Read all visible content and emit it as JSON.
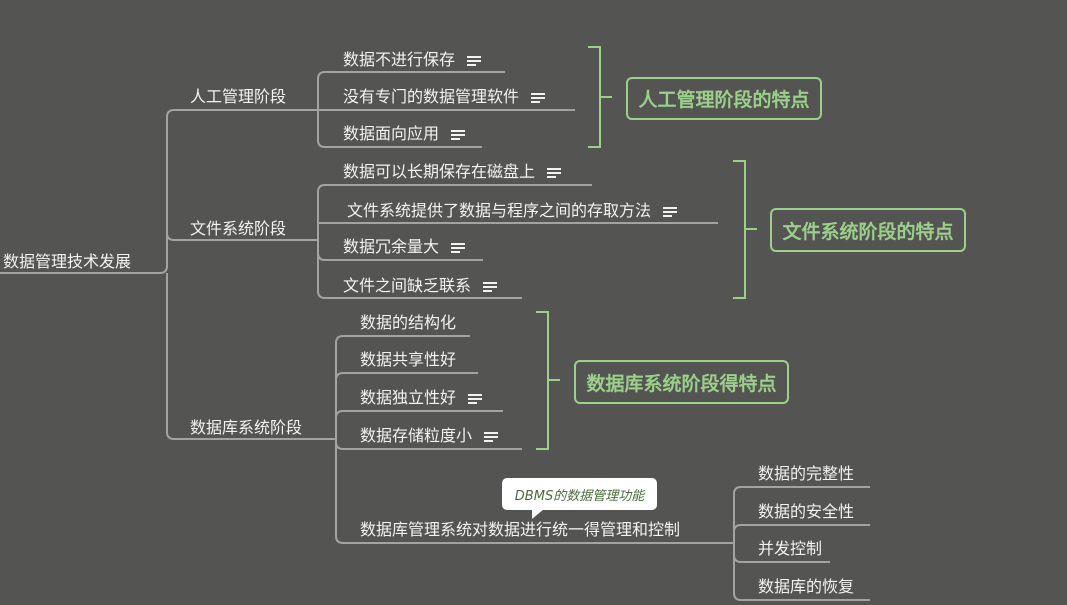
{
  "root": "数据管理技术发展",
  "branches": [
    {
      "label": "人工管理阶段",
      "children": [
        "数据不进行保存",
        "没有专门的数据管理软件",
        "数据面向应用"
      ],
      "summary": "人工管理阶段的特点"
    },
    {
      "label": "文件系统阶段",
      "children": [
        "数据可以长期保存在磁盘上",
        "文件系统提供了数据与程序之间的存取方法",
        "数据冗余量大",
        "文件之间缺乏联系"
      ],
      "summary": "文件系统阶段的特点"
    },
    {
      "label": "数据库系统阶段",
      "children": [
        "数据的结构化",
        "数据共享性好",
        "数据独立性好",
        "数据存储粒度小",
        "数据库管理系统对数据进行统一得管理和控制"
      ],
      "summary": "数据库系统阶段得特点",
      "sub": {
        "callout": "DBMS的数据管理功能",
        "children": [
          "数据的完整性",
          "数据的安全性",
          "并发控制",
          "数据库的恢复"
        ]
      }
    }
  ],
  "colors": {
    "background": "#545553",
    "line": "#a3a3a1",
    "accent": "#9bcf8a"
  }
}
